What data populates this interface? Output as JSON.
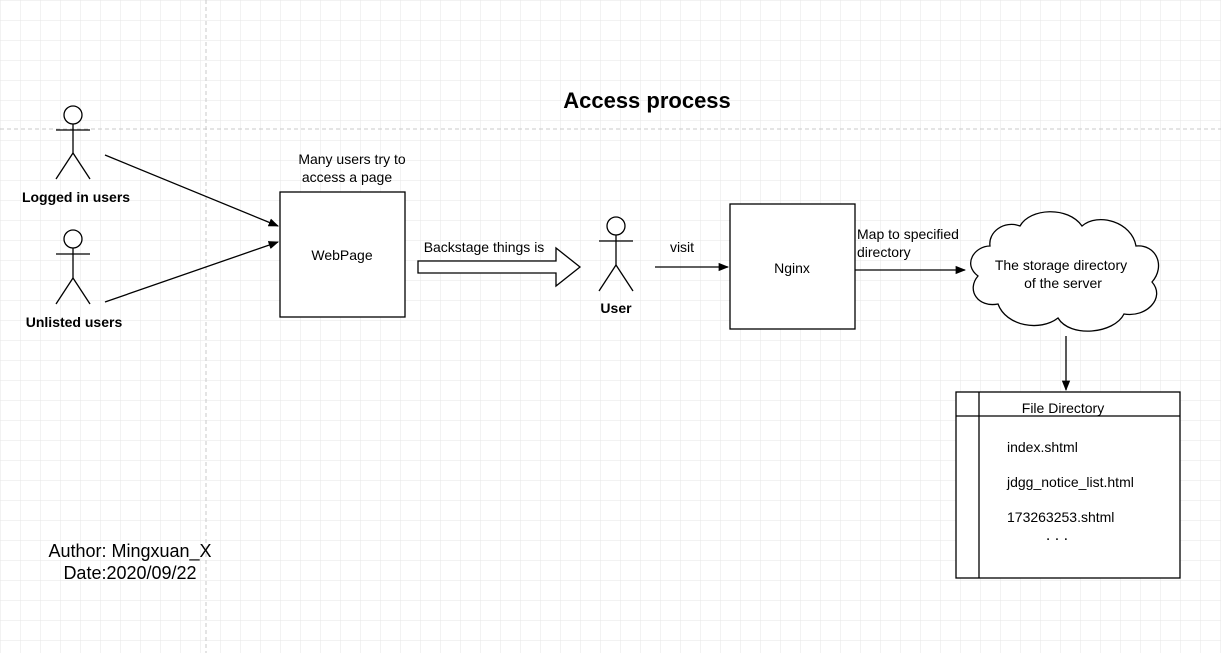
{
  "title": "Access process",
  "actors": {
    "logged_in": "Logged in users",
    "unlisted": "Unlisted users",
    "user": "User"
  },
  "nodes": {
    "webpage": "WebPage",
    "webpage_note_line1": "Many users try to",
    "webpage_note_line2": "access a page",
    "nginx": "Nginx",
    "storage_line1": "The storage directory",
    "storage_line2": "of the server"
  },
  "edges": {
    "backstage": "Backstage things is",
    "visit": "visit",
    "map_line1": "Map to specified",
    "map_line2": "directory"
  },
  "file_directory": {
    "header": "File Directory",
    "items": [
      "index.shtml",
      "jdgg_notice_list.html",
      "173263253.shtml"
    ],
    "more": ". . ."
  },
  "footer": {
    "author": "Author: Mingxuan_X",
    "date": "Date:2020/09/22"
  },
  "colors": {
    "grid": "#e6e6e6",
    "page_guide": "#c8c8c8",
    "stroke": "#000000",
    "fill": "#ffffff"
  }
}
